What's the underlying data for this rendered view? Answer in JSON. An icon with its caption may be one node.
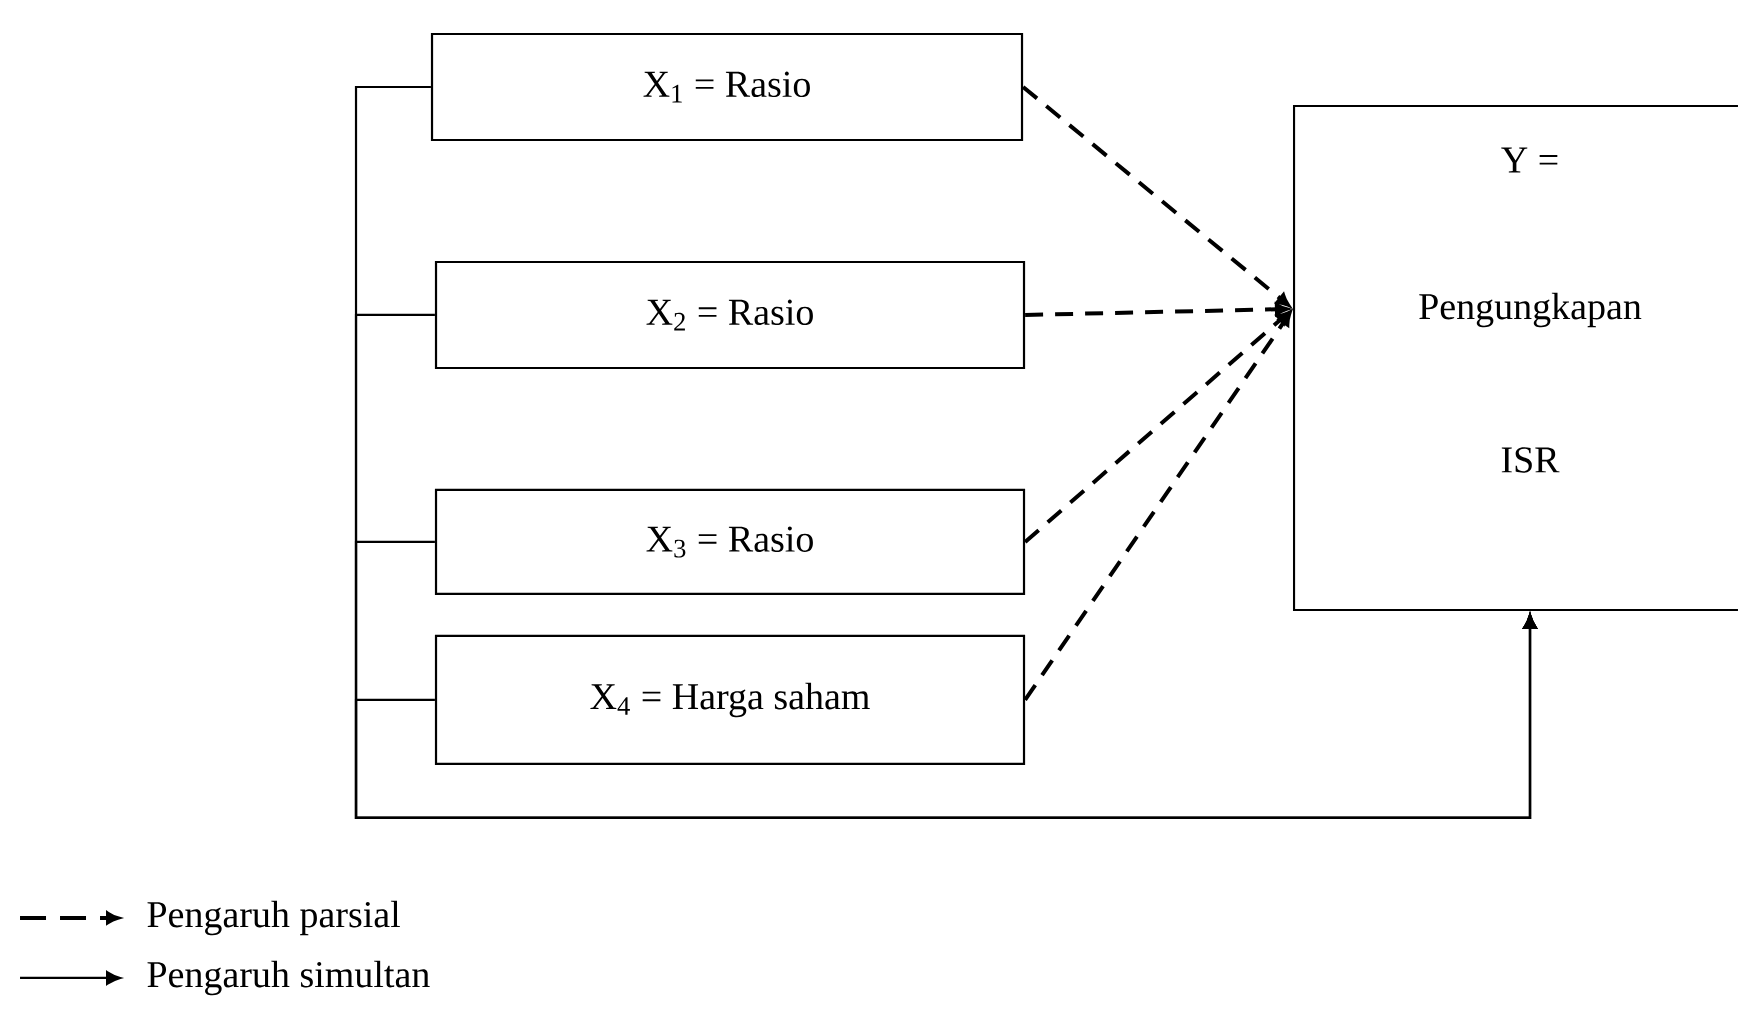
{
  "diagram": {
    "nodes": [
      {
        "text": [
          "X$_{1}$ = Rasio"
        ]
      },
      {
        "text": [
          "X$_{2}$ = Rasio"
        ]
      },
      {
        "text": [
          "X$_{3}$ = Rasio"
        ]
      },
      {
        "text": [
          "X$_{4}$ = Harga saham"
        ]
      },
      {
        "text": [
          "Y =",
          "Pengungkapan",
          "ISR"
        ]
      }
    ],
    "edges": [
      {
        "from": 0,
        "to": 4,
        "arrow": "to",
        "style": "dashed"
      },
      {
        "from": 1,
        "to": 4,
        "arrow": "to",
        "style": "dashed"
      },
      {
        "from": 2,
        "to": 4,
        "arrow": "to",
        "style": "dashed"
      },
      {
        "from": 3,
        "to": 4,
        "arrow": "to",
        "style": "dashed"
      },
      {
        "from": 0,
        "to": 4,
        "arrow": "to"
      },
      {
        "from": 1,
        "to": 4,
        "arrow": "to"
      },
      {
        "from": 2,
        "to": 4,
        "arrow": "to"
      },
      {
        "from": 3,
        "to": 4,
        "arrow": "to"
      }
    ],
    "legend": [
      {
        "text": "Pengaruh parsial"
      },
      {
        "text": "Pengaruh simultan"
      }
    ]
  }
}
